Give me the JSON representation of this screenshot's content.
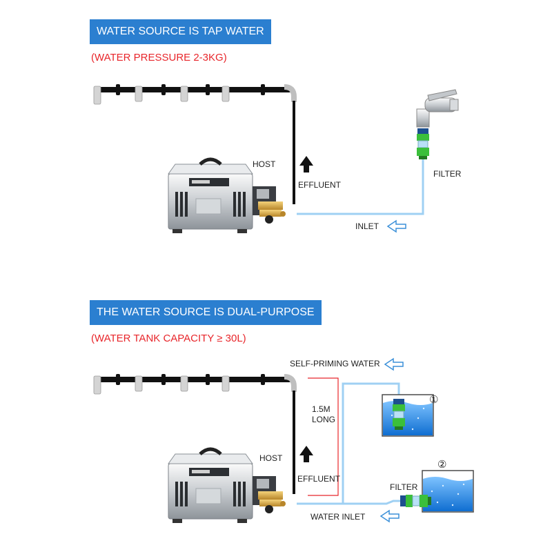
{
  "colors": {
    "banner": "#2b7fd0",
    "note": "#e8252a",
    "pipe": "#111111",
    "water_line": "#9fd0f3",
    "arrow_outline": "#3a8fd8",
    "red_guide": "#e8252a"
  },
  "section1": {
    "banner": "WATER SOURCE IS TAP WATER",
    "note": "(WATER PRESSURE 2-3KG)",
    "labels": {
      "host": "HOST",
      "effluent": "EFFLUENT",
      "filter": "FILTER",
      "inlet": "INLET"
    }
  },
  "section2": {
    "banner": "THE WATER SOURCE IS DUAL-PURPOSE",
    "note": "(WATER TANK CAPACITY ≥ 30L)",
    "labels": {
      "self_priming": "SELF-PRIMING WATER",
      "length_line1": "1.5M",
      "length_line2": "LONG",
      "host": "HOST",
      "effluent": "EFFLUENT",
      "filter": "FILTER",
      "water_inlet": "WATER INLET",
      "tank1_marker": "①",
      "tank2_marker": "②"
    }
  },
  "icons": [
    "up-arrow-icon",
    "left-arrow-icon",
    "tap-faucet-icon",
    "pump-host-icon",
    "filter-icon",
    "water-tank-icon",
    "nozzle-icon"
  ]
}
